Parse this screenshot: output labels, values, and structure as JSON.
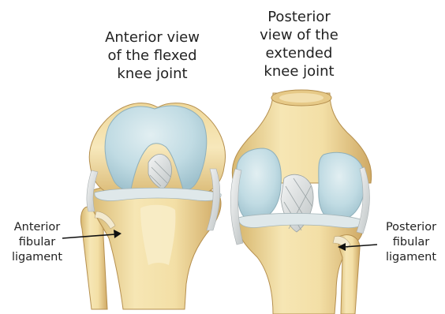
{
  "figure": {
    "titles": {
      "anterior": [
        "Anterior view",
        "of the flexed",
        "knee joint"
      ],
      "posterior": [
        "Posterior",
        "view of the",
        "extended",
        "knee joint"
      ]
    },
    "labels": {
      "anterior_fibular_ligament": [
        "Anterior",
        "fibular",
        "ligament"
      ],
      "posterior_fibular_ligament": [
        "Posterior",
        "fibular",
        "ligament"
      ]
    },
    "colors": {
      "bone": "#f0dca0",
      "bone_shadow": "#c9a45e",
      "cartilage": "#c3dde6",
      "ligament": "#e4e6e6",
      "arrow": "#111111"
    }
  }
}
